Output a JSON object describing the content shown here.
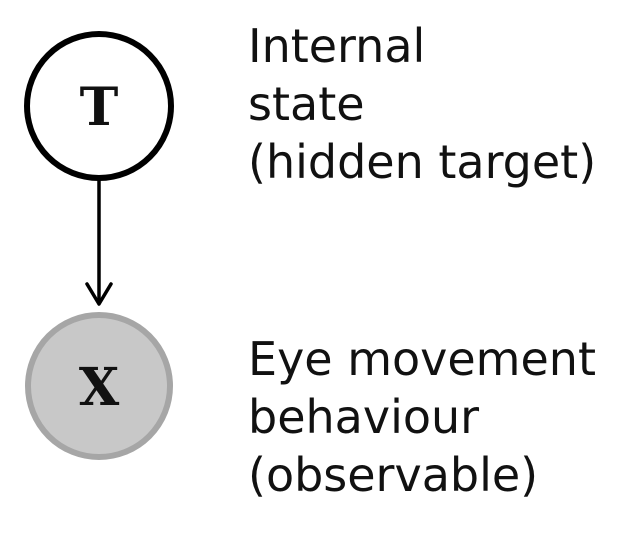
{
  "nodes": {
    "hidden": {
      "letter": "T",
      "fill": "#ffffff",
      "stroke": "#000000"
    },
    "observed": {
      "letter": "X",
      "fill": "#c8c8c8",
      "stroke": "#a6a6a6"
    }
  },
  "labels": {
    "hidden": {
      "line1": "Internal",
      "line2": "state",
      "line3": "(hidden target)"
    },
    "observed": {
      "line1": "Eye movement",
      "line2": "behaviour",
      "line3": "(observable)"
    }
  },
  "edge": {
    "color": "#000000"
  }
}
